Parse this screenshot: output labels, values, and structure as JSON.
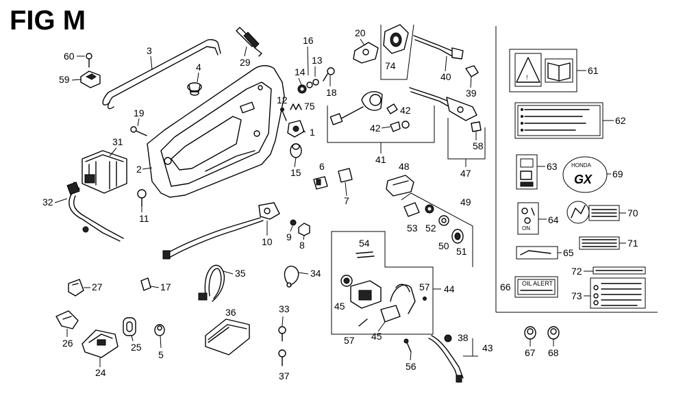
{
  "figure": {
    "title": "FIG M",
    "callouts": {
      "c1": "1",
      "c2": "2",
      "c3": "3",
      "c4": "4",
      "c5": "5",
      "c6": "6",
      "c7": "7",
      "c8": "8",
      "c9": "9",
      "c10": "10",
      "c11": "11",
      "c12": "12",
      "c13": "13",
      "c14": "14",
      "c15": "15",
      "c16": "16",
      "c17": "17",
      "c18": "18",
      "c19": "19",
      "c20": "20",
      "c24": "24",
      "c25": "25",
      "c26": "26",
      "c27": "27",
      "c29": "29",
      "c31": "31",
      "c32": "32",
      "c33": "33",
      "c34": "34",
      "c35": "35",
      "c36": "36",
      "c37": "37",
      "c38": "38",
      "c39": "39",
      "c40": "40",
      "c41": "41",
      "c42a": "42",
      "c42b": "42",
      "c43": "43",
      "c44": "44",
      "c45a": "45",
      "c45b": "45",
      "c47": "47",
      "c48": "48",
      "c49": "49",
      "c50": "50",
      "c51": "51",
      "c52": "52",
      "c53": "53",
      "c54": "54",
      "c56": "56",
      "c57a": "57",
      "c57b": "57",
      "c58": "58",
      "c59": "59",
      "c60": "60",
      "c61": "61",
      "c62": "62",
      "c63": "63",
      "c64": "64",
      "c65": "65",
      "c66": "66",
      "c67": "67",
      "c68": "68",
      "c69": "69",
      "c70": "70",
      "c71": "71",
      "c72": "72",
      "c73": "73",
      "c74": "74",
      "c75": "75"
    },
    "decal_text": {
      "oil_alert": "OIL ALERT",
      "honda": "HONDA",
      "gx": "GX",
      "on": "ON"
    }
  }
}
